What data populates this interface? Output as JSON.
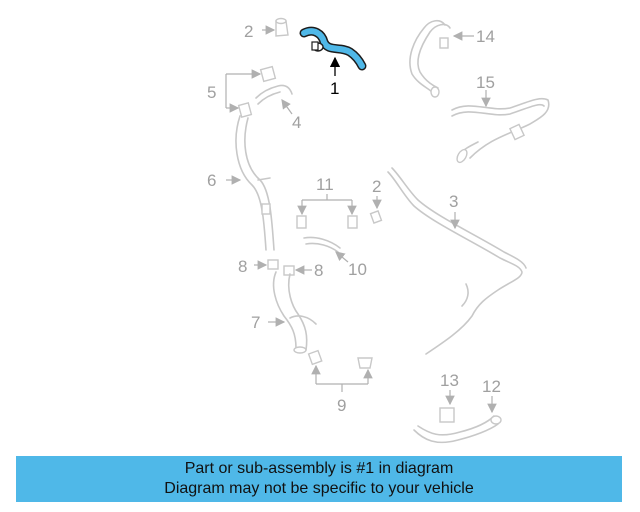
{
  "diagram": {
    "highlight_color": "#4fb8e8",
    "part_color": "#c8c8c8",
    "callouts": {
      "c1": "1",
      "c2a": "2",
      "c2b": "2",
      "c3": "3",
      "c4": "4",
      "c5": "5",
      "c6": "6",
      "c7": "7",
      "c8a": "8",
      "c8b": "8",
      "c9": "9",
      "c10": "10",
      "c11": "11",
      "c12": "12",
      "c13": "13",
      "c14": "14",
      "c15": "15"
    }
  },
  "banner": {
    "line1": "Part or sub-assembly is #1 in diagram",
    "line2": "Diagram may not be specific to your vehicle",
    "background": "#4fb8e8"
  }
}
